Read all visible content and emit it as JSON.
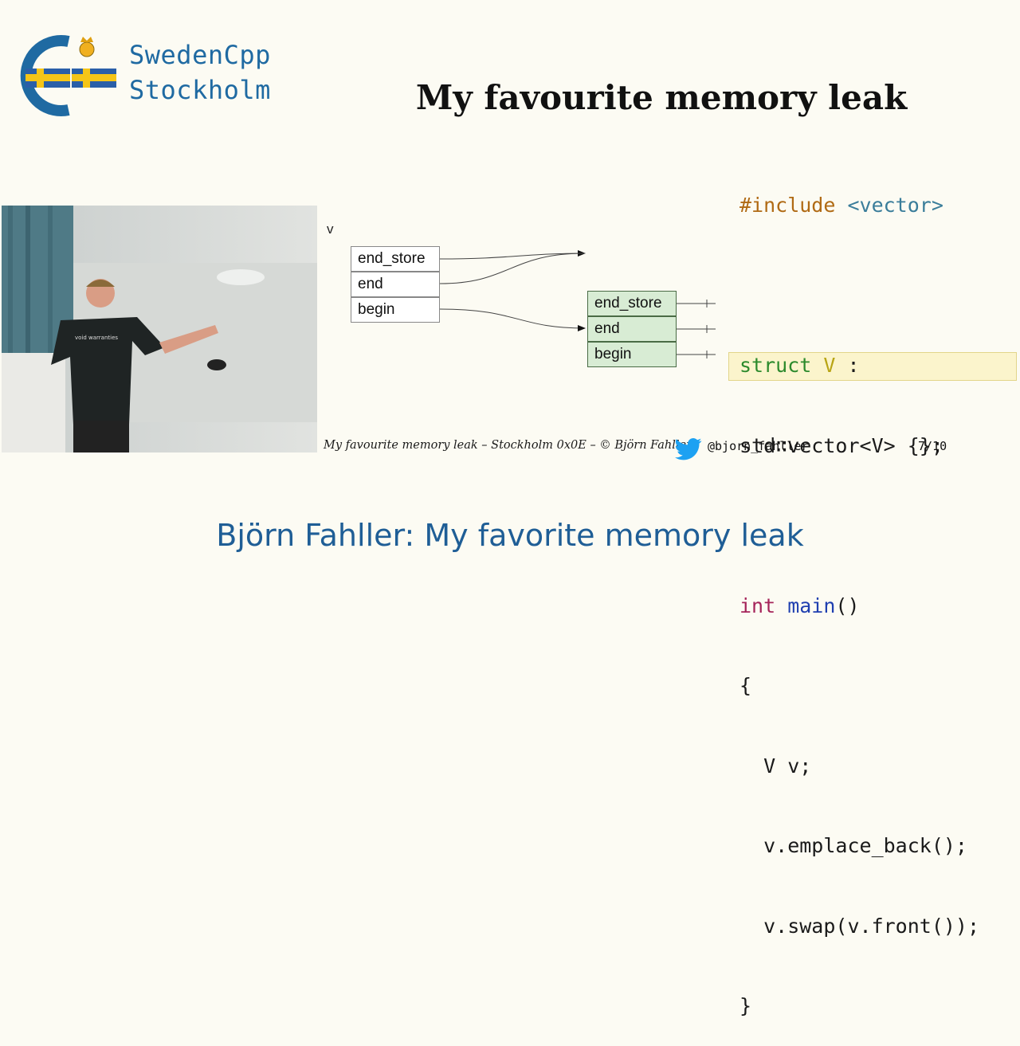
{
  "brand": {
    "line1": "SwedenCpp",
    "line2": "Stockholm"
  },
  "slide": {
    "title": "My favourite memory leak"
  },
  "diagram": {
    "var_label": "v",
    "outer_fields": [
      "end_store",
      "end",
      "begin"
    ],
    "inner_fields": [
      "end_store",
      "end",
      "begin"
    ]
  },
  "code": {
    "line1_pre": "#include",
    "line1_inc": " <vector>",
    "line3_kw": "struct",
    "line3_type": " V",
    "line3_rest": " :",
    "line4": "std∷vector<V> {};",
    "line6_int": "int",
    "line6_main": " main",
    "line6_rest": "()",
    "line7": "{",
    "line8": "  V v;",
    "line9": "  v.emplace_back();",
    "line10": "  v.swap(v.front());",
    "line11": "}"
  },
  "footer": {
    "text": "My favourite memory leak – Stockholm 0x0E – © Björn Fahller",
    "handle": "@bjorn_fahller",
    "page": "7/10"
  },
  "caption": "Björn Fahller: My favorite memory leak",
  "colors": {
    "brand_blue": "#1f6aa2",
    "caption_blue": "#1f5e96",
    "flag_blue": "#2a5fa8",
    "flag_yellow": "#f5c518",
    "box_green": "#d8ecd4",
    "highlight": "#fbf4cc",
    "twitter": "#1da1f2"
  },
  "icons": {
    "logo": "swedencpp-logo-icon",
    "twitter": "twitter-bird-icon"
  }
}
